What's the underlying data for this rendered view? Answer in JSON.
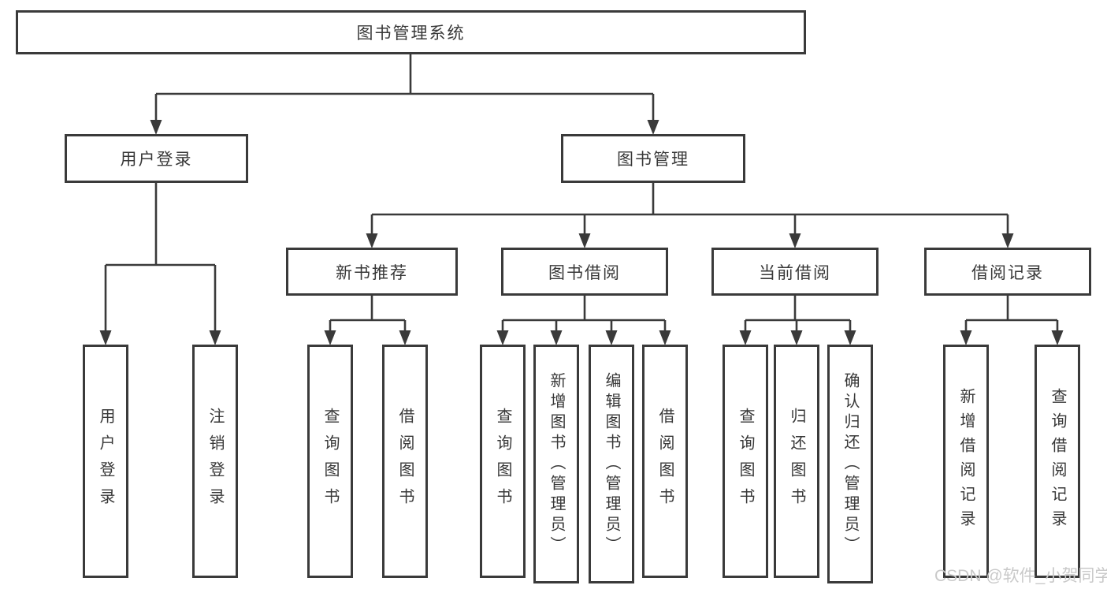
{
  "diagram": {
    "root": {
      "label": "图书管理系统"
    },
    "branches": [
      {
        "label": "用户登录",
        "children": [
          {
            "label": "用户登录"
          },
          {
            "label": "注销登录"
          }
        ]
      },
      {
        "label": "图书管理",
        "children": [
          {
            "label": "新书推荐",
            "children": [
              {
                "label": "查询图书"
              },
              {
                "label": "借阅图书"
              }
            ]
          },
          {
            "label": "图书借阅",
            "children": [
              {
                "label": "查询图书"
              },
              {
                "label": "新增图书（管理员）"
              },
              {
                "label": "编辑图书（管理员）"
              },
              {
                "label": "借阅图书"
              }
            ]
          },
          {
            "label": "当前借阅",
            "children": [
              {
                "label": "查询图书"
              },
              {
                "label": "归还图书"
              },
              {
                "label": "确认归还（管理员）"
              }
            ]
          },
          {
            "label": "借阅记录",
            "children": [
              {
                "label": "新增借阅记录"
              },
              {
                "label": "查询借阅记录"
              }
            ]
          }
        ]
      }
    ]
  },
  "watermark": {
    "text": "CSDN @软件_小贺同学"
  },
  "colors": {
    "line": "#3a3a3a",
    "text": "#383838",
    "background": "#ffffff",
    "watermark": "#c9c9c9"
  }
}
